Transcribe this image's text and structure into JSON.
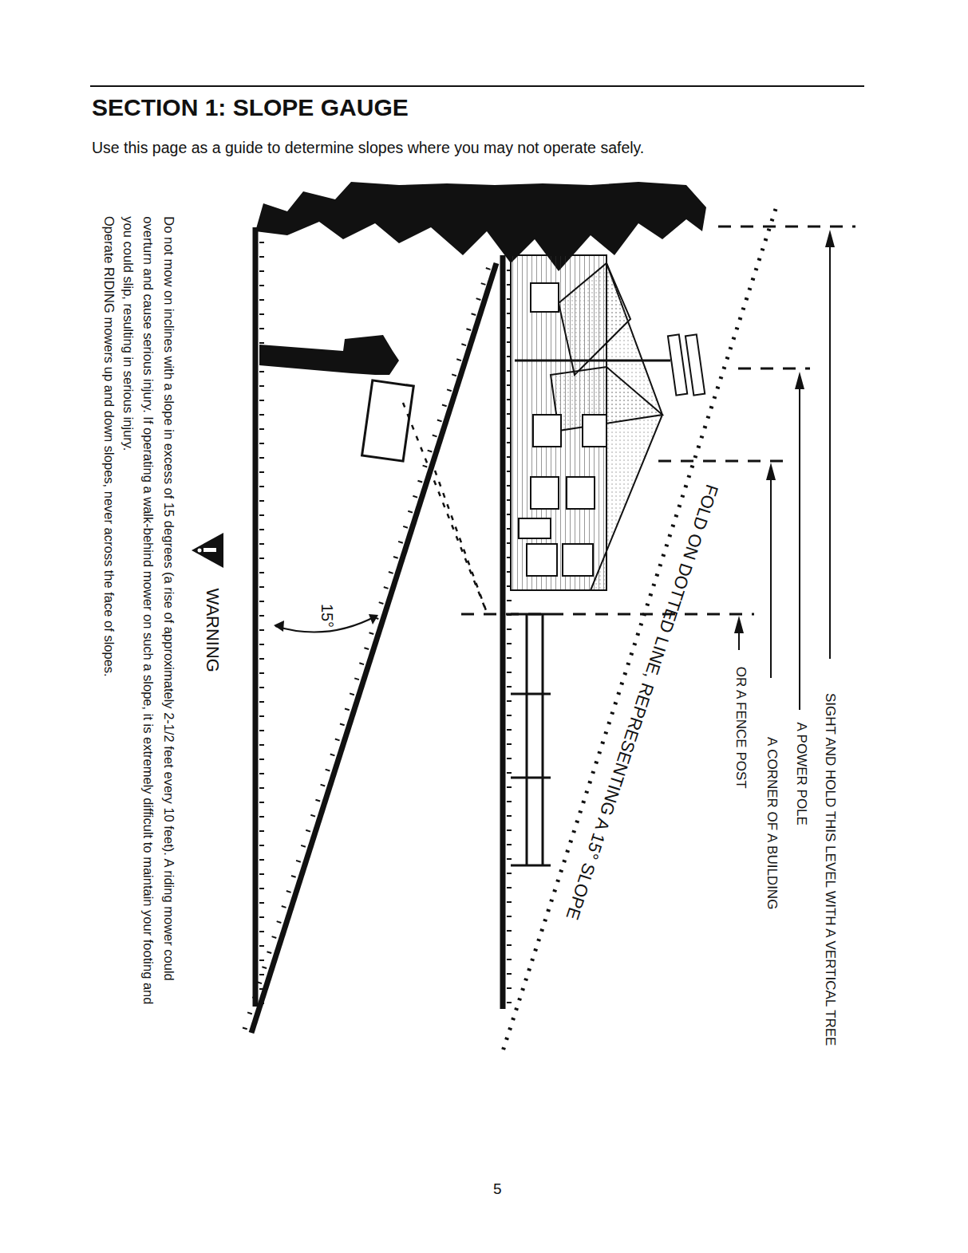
{
  "diagram": {
    "title": "SECTION 1:  SLOPE GAUGE",
    "labels": [
      "Use this page as a guide to determine slopes where you may not operate safely.",
      "SIGHT AND HOLD THIS LEVEL WITH A VERTICAL TREE",
      "A POWER POLE",
      "A CORNER OF A BUILDING",
      "OR A FENCE POST",
      "FOLD ON DOTTED LINE, REPRESENTING A 15° SLOPE",
      "15°",
      "WARNING",
      "Do not mow on inclines with a slope in excess of 15 degrees (a rise of approximately 2-1/2 feet every 10 feet). A riding mower could overturn and cause serious injury. If operating a walk-behind mower on such a slope, it is extremely difficult to maintain your footing and you could slip, resulting in serious injury.",
      "Operate RIDING mowers up and down slopes, never across the face of slopes.",
      "5"
    ]
  }
}
